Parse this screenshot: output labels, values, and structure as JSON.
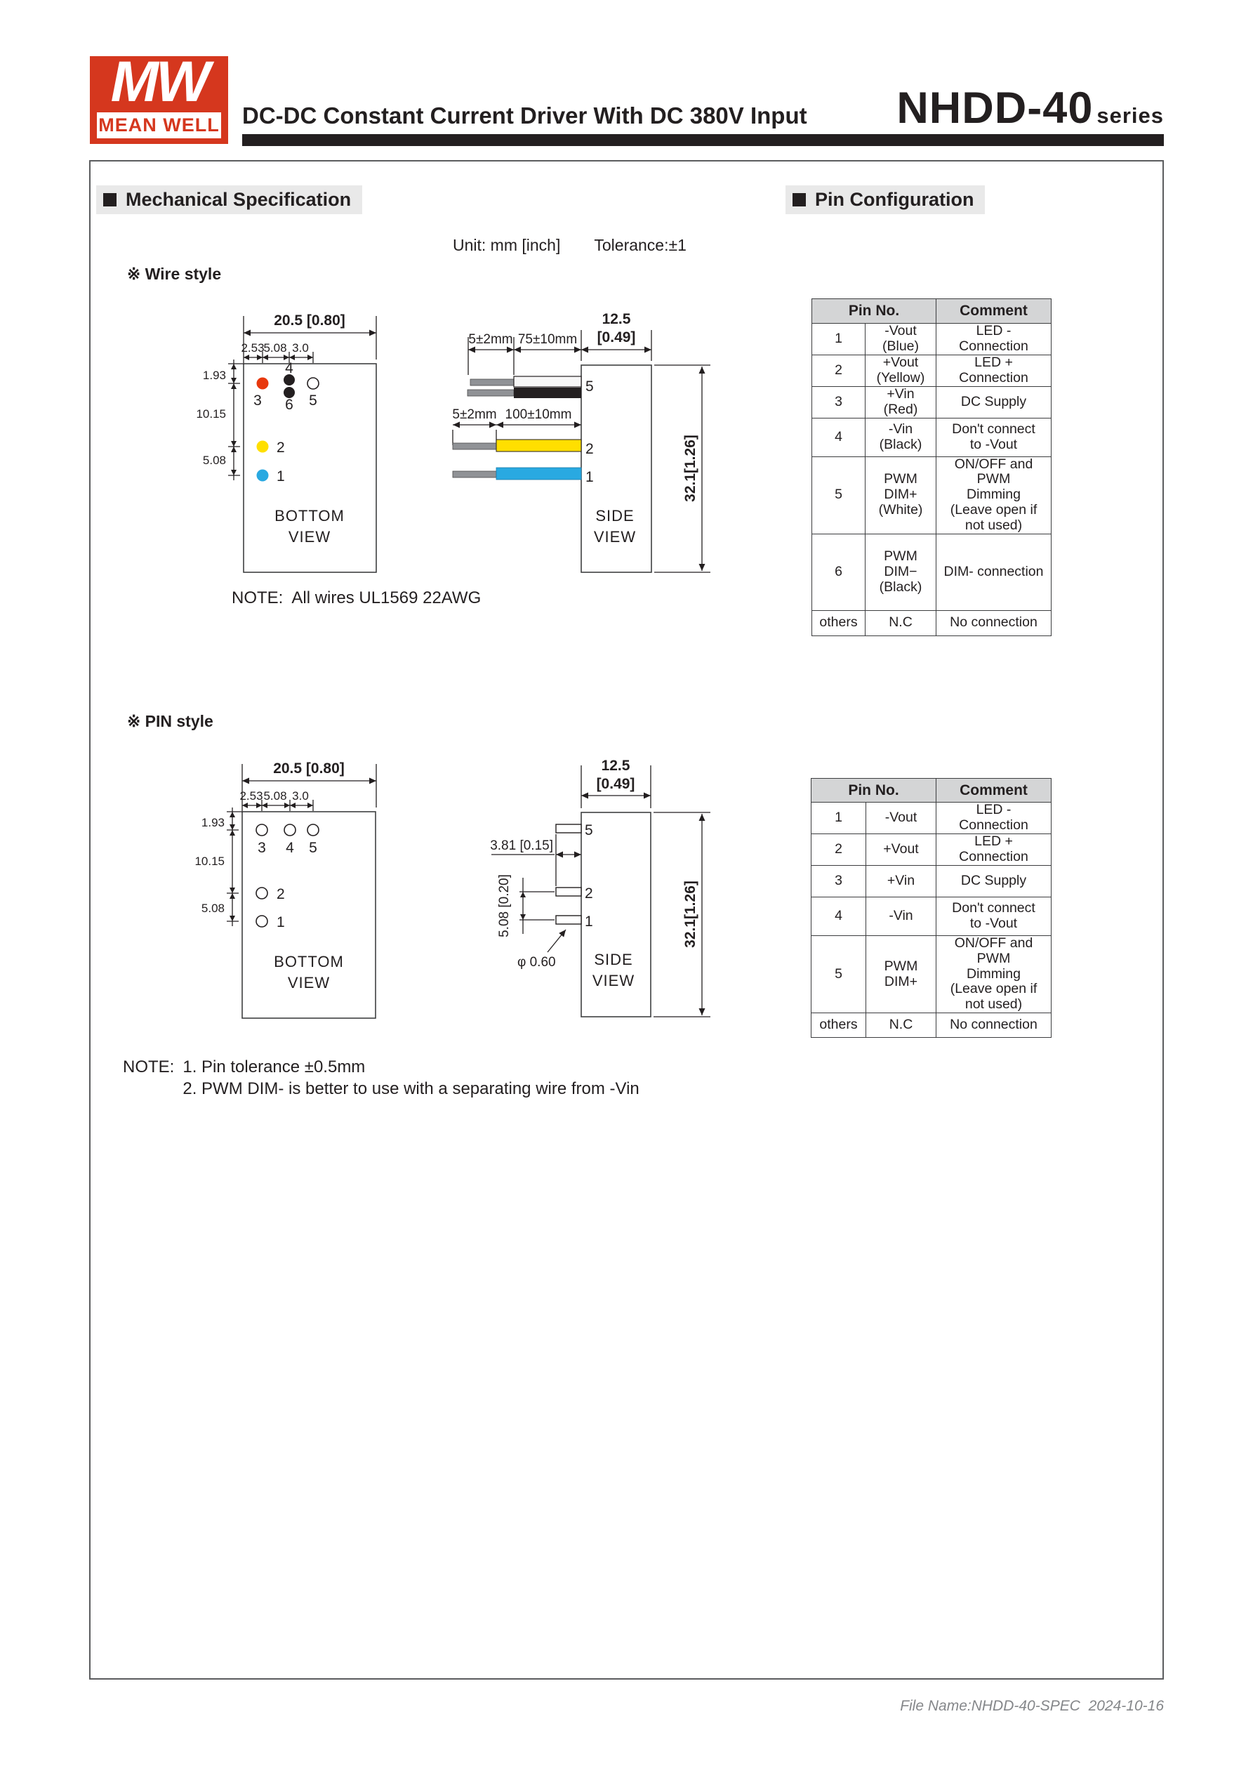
{
  "header": {
    "logo_mw": "MW",
    "logo_name": "MEAN WELL",
    "title": "DC-DC Constant Current Driver With DC 380V Input",
    "series_name": "NHDD-40",
    "series_suffix": "series"
  },
  "sections": {
    "mechanical": "Mechanical Specification",
    "pin_config": "Pin Configuration"
  },
  "spec_note": {
    "unit": "Unit: mm [inch]",
    "tolerance": "Tolerance:±1"
  },
  "wire_style": {
    "label": "※ Wire style",
    "note": "NOTE:  All wires UL1569 22AWG"
  },
  "pin_style": {
    "label": "※ PIN style"
  },
  "dims": {
    "w205": "20.5 [0.80]",
    "d253": "2.53",
    "d508": "5.08",
    "d30": "3.0",
    "d193": "1.93",
    "d1015": "10.15",
    "h125": "12.5",
    "h049": "[0.49]",
    "v321": "32.1[1.26]",
    "lead5": "5±2mm",
    "wire75": "75±10mm",
    "wire100": "100±10mm",
    "pin_len": "3.81 [0.15]",
    "pin_pitch": "5.08 [0.20]",
    "pin_dia": "φ 0.60"
  },
  "views": {
    "bottom": "BOTTOM",
    "view": "VIEW",
    "side": "SIDE"
  },
  "pins": {
    "p1": "1",
    "p2": "2",
    "p3": "3",
    "p4": "4",
    "p5": "5",
    "p6": "6"
  },
  "wire_table": {
    "header_pin": "Pin No.",
    "header_comment": "Comment",
    "rows": [
      {
        "no": "1",
        "name": "-Vout\n(Blue)",
        "comment": "LED -  Connection"
      },
      {
        "no": "2",
        "name": "+Vout\n(Yellow)",
        "comment": "LED +  Connection"
      },
      {
        "no": "3",
        "name": "+Vin\n(Red)",
        "comment": "DC Supply"
      },
      {
        "no": "4",
        "name": "-Vin\n(Black)",
        "comment": "Don't connect\nto -Vout"
      },
      {
        "no": "5",
        "name": "PWM DIM+\n(White)",
        "comment": "ON/OFF and PWM\nDimming\n(Leave open if\nnot used)"
      },
      {
        "no": "6",
        "name": "PWM DIM−\n(Black)",
        "comment": "DIM- connection"
      },
      {
        "no": "others",
        "name": "N.C",
        "comment": "No connection"
      }
    ]
  },
  "pin_table": {
    "header_pin": "Pin No.",
    "header_comment": "Comment",
    "rows": [
      {
        "no": "1",
        "name": "-Vout",
        "comment": "LED -  Connection"
      },
      {
        "no": "2",
        "name": "+Vout",
        "comment": "LED +  Connection"
      },
      {
        "no": "3",
        "name": "+Vin",
        "comment": "DC Supply"
      },
      {
        "no": "4",
        "name": "-Vin",
        "comment": "Don't connect\nto -Vout"
      },
      {
        "no": "5",
        "name": "PWM DIM+",
        "comment": "ON/OFF and PWM\nDimming\n(Leave open if\nnot used)"
      },
      {
        "no": "others",
        "name": "N.C",
        "comment": "No connection"
      }
    ]
  },
  "notes": {
    "title": "NOTE:",
    "line1": "1. Pin tolerance ±0.5mm",
    "line2": "2. PWM DIM- is better to use with a separating wire from -Vin"
  },
  "footer": "File Name:NHDD-40-SPEC  2024-10-16",
  "colors": {
    "brand_red": "#d5371e",
    "ink": "#231f20",
    "pin_red": "#e8380d",
    "pin_yellow": "#ffdf00",
    "pin_blue": "#29a9e1",
    "wire_gray": "#909296",
    "wire_white": "#f7f7f7",
    "header_gray": "#d4d5d6"
  }
}
